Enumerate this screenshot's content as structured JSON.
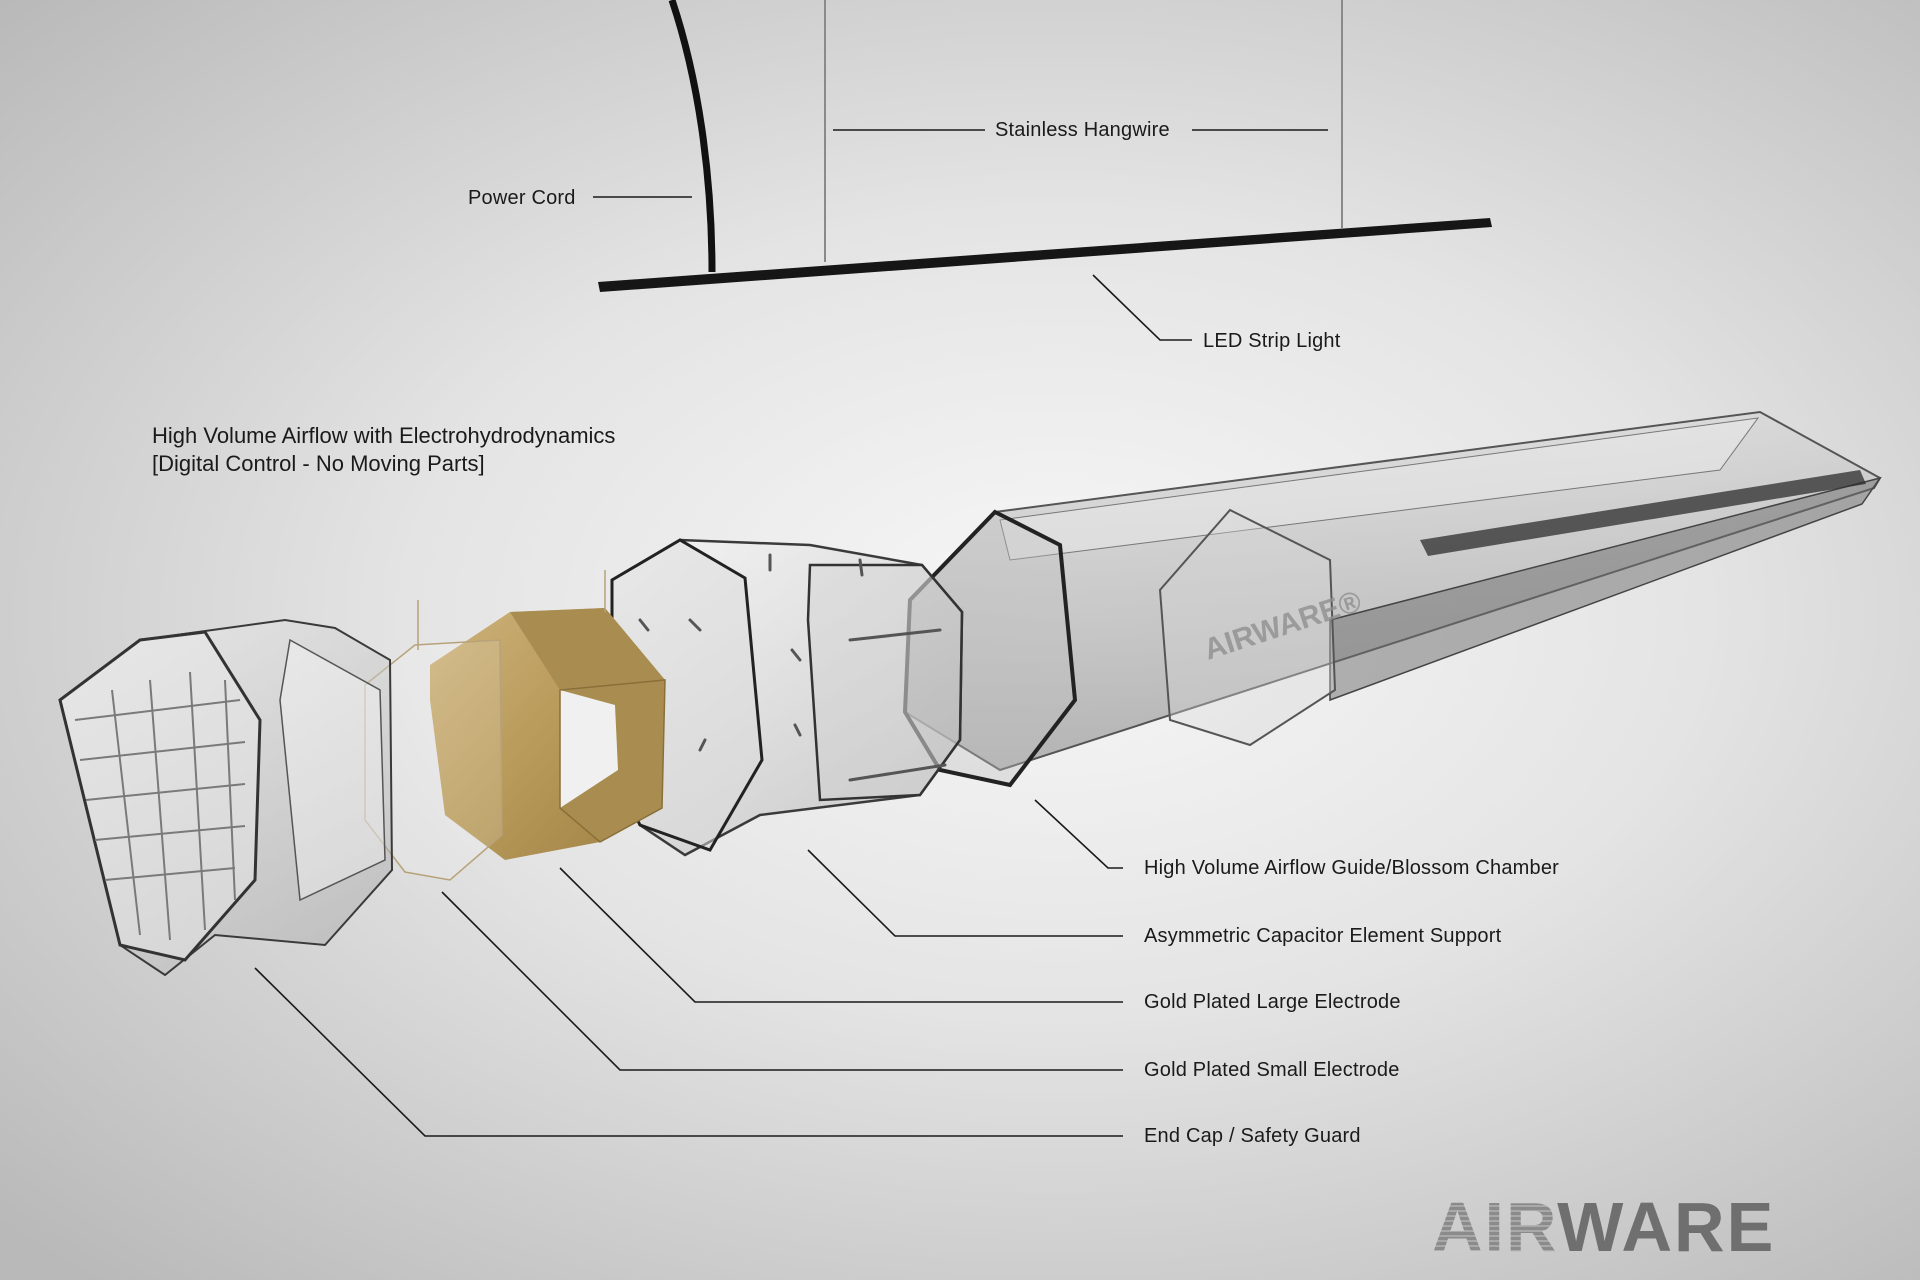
{
  "heading": {
    "line1": "High Volume Airflow with Electrohydrodynamics",
    "line2": "[Digital Control - No Moving Parts]"
  },
  "callouts": {
    "power_cord": "Power Cord",
    "hangwire": "Stainless Hangwire",
    "led_strip": "LED Strip Light",
    "airflow_guide": "High Volume Airflow Guide/Blossom Chamber",
    "capacitor_support": "Asymmetric Capacitor Element Support",
    "large_electrode": "Gold Plated Large Electrode",
    "small_electrode": "Gold Plated Small Electrode",
    "end_cap": "End Cap / Safety Guard"
  },
  "chamber_mark": "AIRWARE®",
  "logo": {
    "light": "AIR",
    "dark": "WARE"
  },
  "colors": {
    "electrode_gold": "#b89a5a",
    "line": "#1a1a1a",
    "plastic": "#c8c8c8",
    "logo": "#8b8b8b"
  }
}
